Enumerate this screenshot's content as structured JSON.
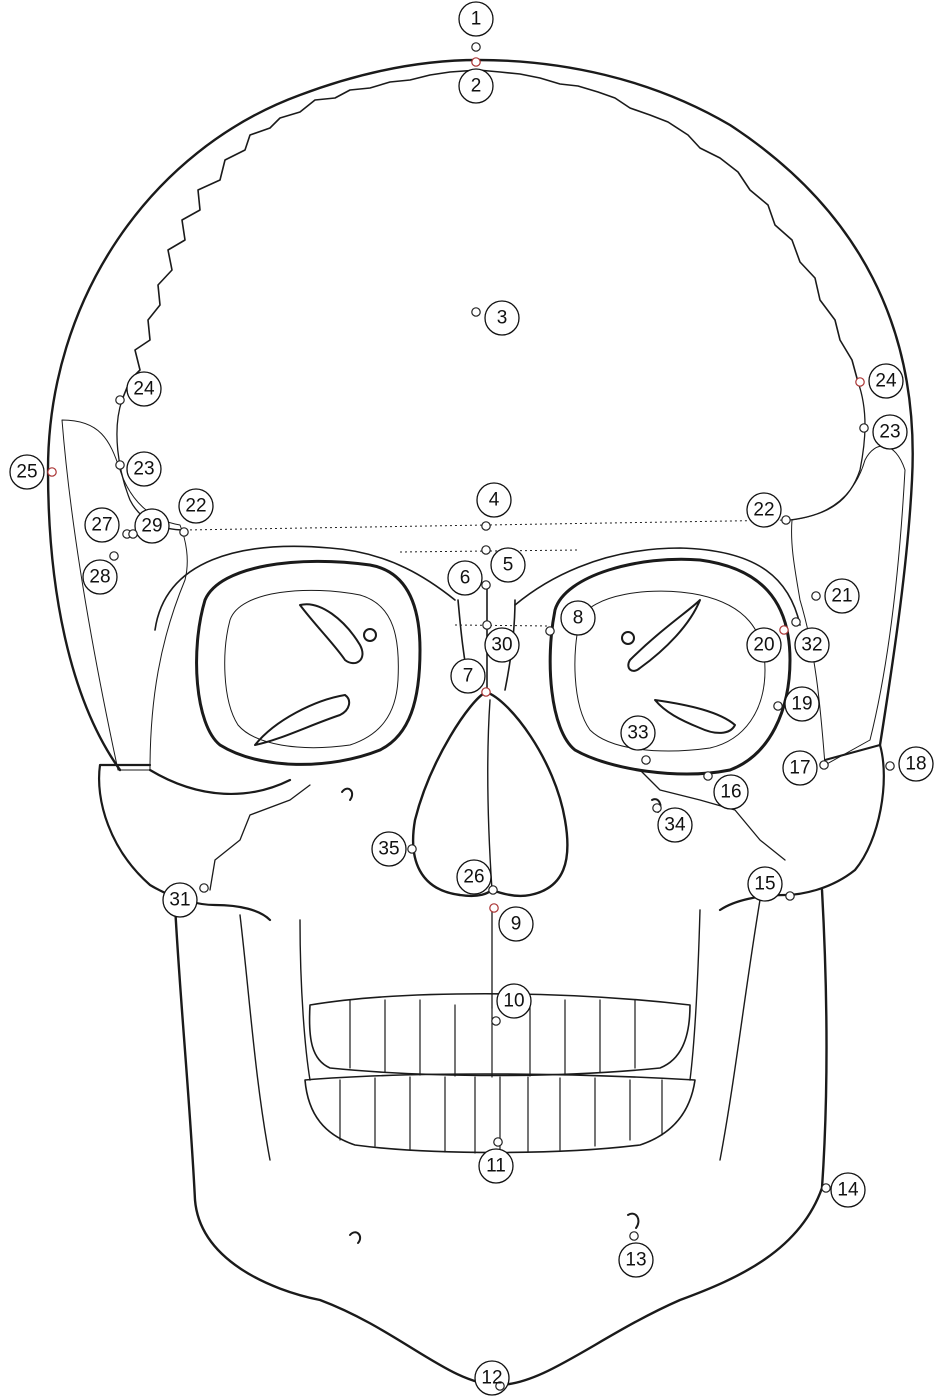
{
  "landmarks": [
    {
      "id": "lm1",
      "label": "1"
    },
    {
      "id": "lm2",
      "label": "2"
    },
    {
      "id": "lm3",
      "label": "3"
    },
    {
      "id": "lm4",
      "label": "4"
    },
    {
      "id": "lm5",
      "label": "5"
    },
    {
      "id": "lm6",
      "label": "6"
    },
    {
      "id": "lm7",
      "label": "7"
    },
    {
      "id": "lm8",
      "label": "8"
    },
    {
      "id": "lm9",
      "label": "9"
    },
    {
      "id": "lm10",
      "label": "10"
    },
    {
      "id": "lm11",
      "label": "11"
    },
    {
      "id": "lm12",
      "label": "12"
    },
    {
      "id": "lm13",
      "label": "13"
    },
    {
      "id": "lm14",
      "label": "14"
    },
    {
      "id": "lm15",
      "label": "15"
    },
    {
      "id": "lm16",
      "label": "16"
    },
    {
      "id": "lm17",
      "label": "17"
    },
    {
      "id": "lm18",
      "label": "18"
    },
    {
      "id": "lm19",
      "label": "19"
    },
    {
      "id": "lm20",
      "label": "20"
    },
    {
      "id": "lm21",
      "label": "21"
    },
    {
      "id": "lm22L",
      "label": "22"
    },
    {
      "id": "lm22R",
      "label": "22"
    },
    {
      "id": "lm23L",
      "label": "23"
    },
    {
      "id": "lm23R",
      "label": "23"
    },
    {
      "id": "lm24L",
      "label": "24"
    },
    {
      "id": "lm24R",
      "label": "24"
    },
    {
      "id": "lm25",
      "label": "25"
    },
    {
      "id": "lm26",
      "label": "26"
    },
    {
      "id": "lm27",
      "label": "27"
    },
    {
      "id": "lm28",
      "label": "28"
    },
    {
      "id": "lm29",
      "label": "29"
    },
    {
      "id": "lm30",
      "label": "30"
    },
    {
      "id": "lm31",
      "label": "31"
    },
    {
      "id": "lm32",
      "label": "32"
    },
    {
      "id": "lm33",
      "label": "33"
    },
    {
      "id": "lm34",
      "label": "34"
    },
    {
      "id": "lm35",
      "label": "35"
    }
  ]
}
